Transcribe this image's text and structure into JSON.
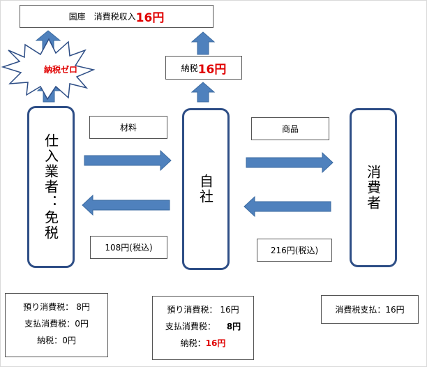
{
  "top_box": {
    "label": "国庫　消費税収入",
    "amount": "16円"
  },
  "zero_tax_burst": {
    "label": "納税ゼロ"
  },
  "company_tax_box": {
    "label": "納税",
    "amount": "16円"
  },
  "entities": {
    "supplier": "仕入業者：免税",
    "company": "自社",
    "consumer": "消費者"
  },
  "flows": {
    "material_label": "材料",
    "goods_label": "商品",
    "payment_to_supplier": "108円(税込)",
    "payment_from_consumer": "216円(税込)"
  },
  "supplier_summary": {
    "lines": [
      {
        "label": "預り消費税：",
        "value": "8円"
      },
      {
        "label": "支払消費税：",
        "value": "0円"
      },
      {
        "label": "納税：",
        "value": "0円"
      }
    ]
  },
  "company_summary": {
    "lines": [
      {
        "label": "預り消費税：",
        "value": "16円"
      },
      {
        "label": "支払消費税：",
        "value": "8円"
      },
      {
        "label": "納税：",
        "value": "16円"
      }
    ]
  },
  "consumer_summary": {
    "label": "消費税支払：",
    "value": "16円"
  },
  "colors": {
    "arrow_fill": "#4f81bd",
    "entity_border": "#2e4e86",
    "highlight_red": "#e00000"
  }
}
